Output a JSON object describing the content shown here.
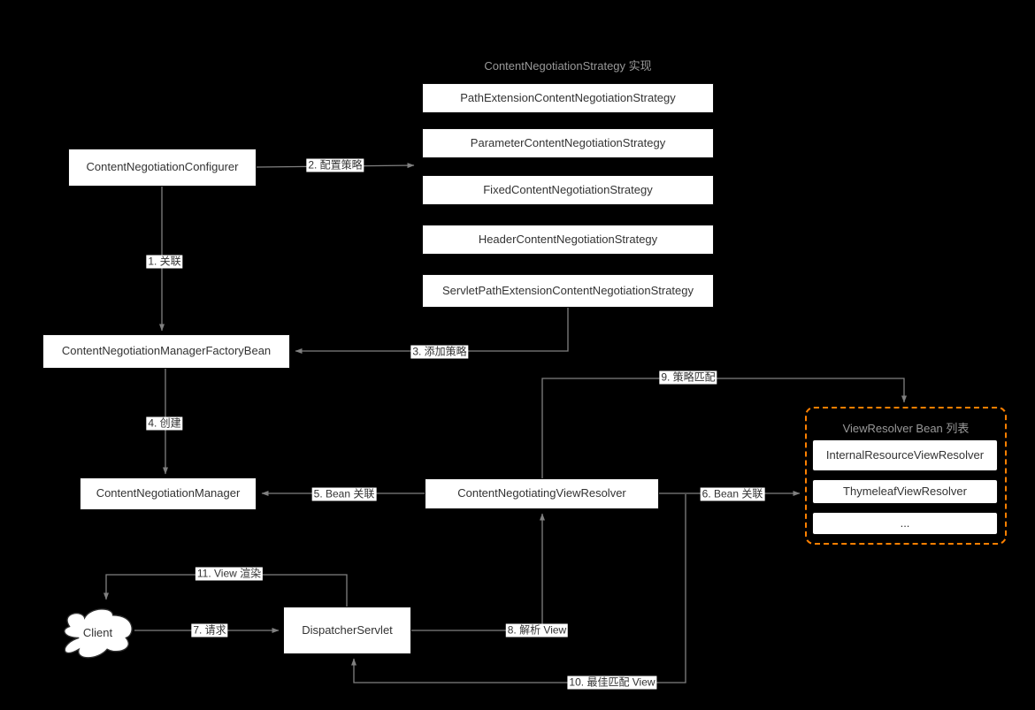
{
  "title": "ContentNegotiationStrategy 实现",
  "nodes": {
    "configurer": "ContentNegotiationConfigurer",
    "factoryBean": "ContentNegotiationManagerFactoryBean",
    "manager": "ContentNegotiationManager",
    "viewResolver": "ContentNegotiatingViewResolver",
    "dispatcher": "DispatcherServlet",
    "client": "Client"
  },
  "strategies": [
    "PathExtensionContentNegotiationStrategy",
    "ParameterContentNegotiationStrategy",
    "FixedContentNegotiationStrategy",
    "HeaderContentNegotiationStrategy",
    "ServletPathExtensionContentNegotiationStrategy"
  ],
  "viewResolverList": {
    "title": "ViewResolver Bean 列表",
    "items": [
      "InternalResourceViewResolver",
      "ThymeleafViewResolver",
      "..."
    ]
  },
  "edges": {
    "relate": "1. 关联",
    "configureStrategy": "2. 配置策略",
    "addStrategy": "3. 添加策略",
    "create": "4. 创建",
    "beanRelateManager": "5. Bean 关联",
    "beanRelateResolvers": "6. Bean 关联",
    "request": "7. 请求",
    "resolveView": "8. 解析 View",
    "strategyMatch": "9. 策略匹配",
    "bestMatchView": "10. 最佳匹配 View",
    "viewRender": "11. View 渲染"
  },
  "colors": {
    "background": "#000000",
    "nodeFill": "#ffffff",
    "nodeText": "#333333",
    "edge": "#808080",
    "groupBorder": "#ff8000",
    "mutedTitle": "#999999"
  }
}
